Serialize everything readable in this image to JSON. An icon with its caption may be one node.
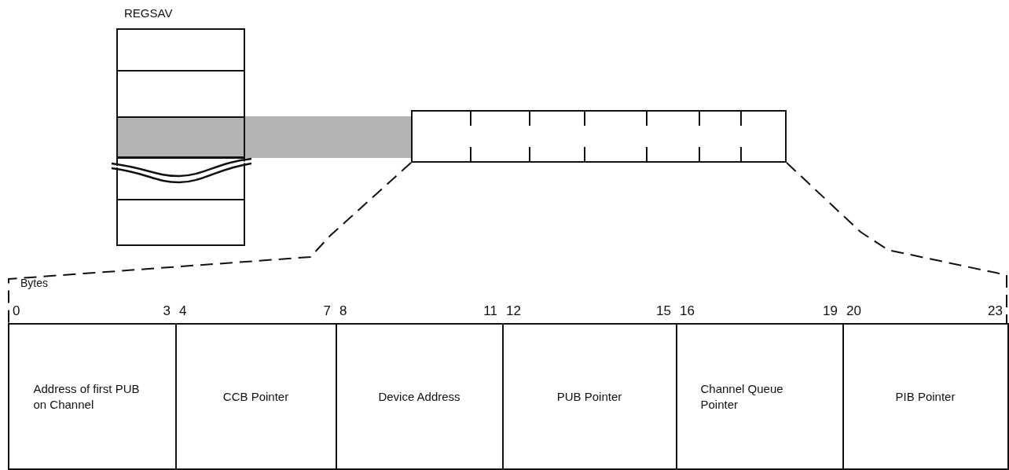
{
  "diagram": {
    "nodes": [
      {
        "text": [
          "REGSAV"
        ]
      },
      {
        "text": [],
        "shape": "box",
        "in": 0
      },
      {
        "text": [],
        "shape": "box"
      },
      {
        "text": [
          "Address of first PUB on Channel"
        ],
        "beside": [
          "0",
          "3"
        ]
      },
      {
        "text": [
          "CCB Pointer"
        ],
        "beside": [
          "4",
          "7"
        ]
      },
      {
        "text": [
          "Device Address"
        ],
        "beside": [
          "8",
          "11"
        ]
      },
      {
        "text": [
          "PUB Pointer"
        ],
        "beside": [
          "12",
          "15"
        ]
      },
      {
        "text": [
          "Channel Queue Pointer"
        ],
        "beside": [
          "16",
          "19"
        ]
      },
      {
        "text": [
          "PIB Pointer"
        ],
        "beside": [
          "20",
          "23"
        ]
      }
    ],
    "edges": [
      {
        "from": 1,
        "to": 2,
        "arrow": "none",
        "style": "thick",
        "color": "#b4b4b4"
      },
      {
        "from": 2,
        "to": 3,
        "arrow": "none",
        "style": "dashed"
      },
      {
        "from": 2,
        "to": 8,
        "arrow": "none",
        "style": "dashed"
      }
    ],
    "labels": [
      "Bytes"
    ]
  }
}
